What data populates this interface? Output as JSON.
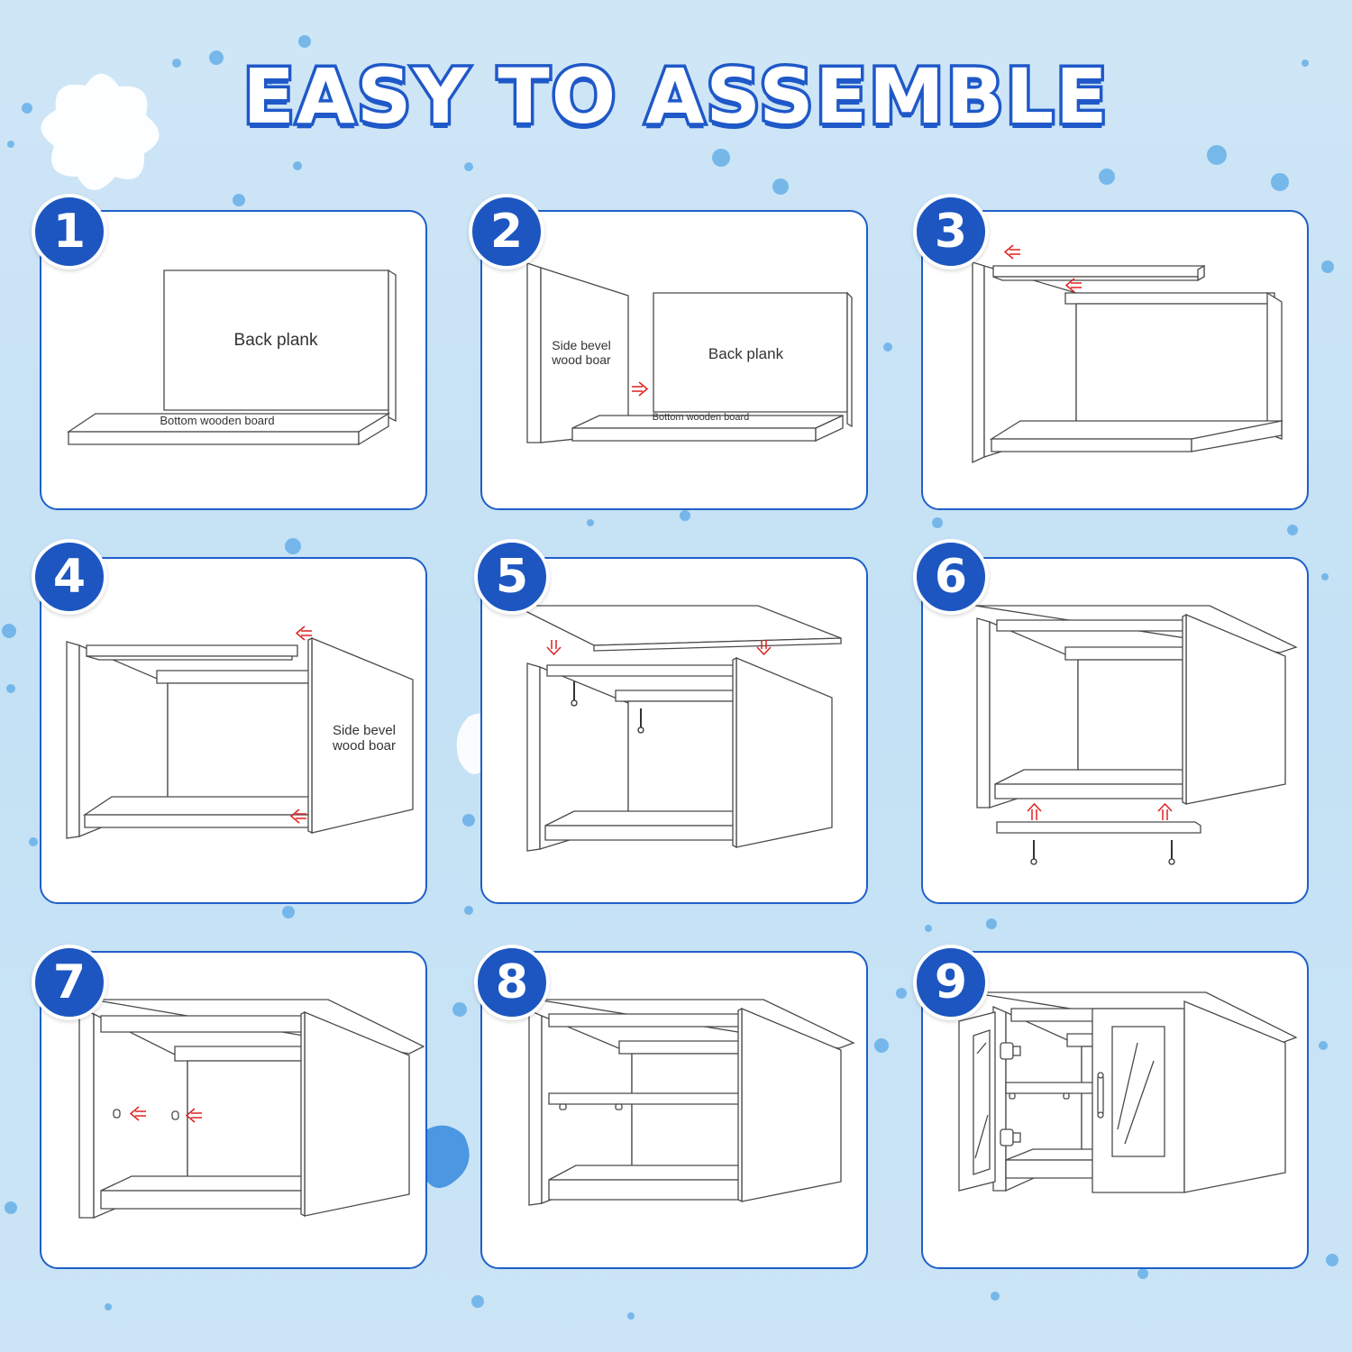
{
  "title": "EASY TO ASSEMBLE",
  "colors": {
    "background": "#c9e4f6",
    "accent": "#1d56c0",
    "panel": "#ffffff",
    "arrow": "#e02020"
  },
  "steps": [
    {
      "number": "1",
      "labels": {
        "back": "Back plank",
        "bottom": "Bottom wooden board"
      }
    },
    {
      "number": "2",
      "labels": {
        "side": "Side bevel wood boar",
        "back": "Back plank",
        "bottom": "Bottom wooden board"
      }
    },
    {
      "number": "3"
    },
    {
      "number": "4",
      "labels": {
        "side": "Side bevel wood boar"
      }
    },
    {
      "number": "5"
    },
    {
      "number": "6"
    },
    {
      "number": "7"
    },
    {
      "number": "8"
    },
    {
      "number": "9"
    }
  ]
}
